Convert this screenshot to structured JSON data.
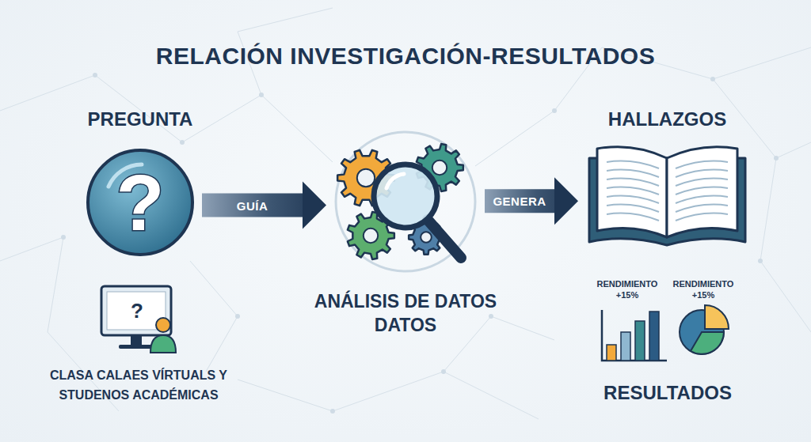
{
  "diagram": {
    "title": "RELACIÓN INVESTIGACIÓN-RESULTADOS",
    "nodes": [
      {
        "text": [
          "PREGUNTA",
          "?"
        ]
      },
      {
        "text": [
          "ANÁLISIS DE DATOS DATOS"
        ]
      },
      {
        "text": [
          "HALLAZGOS"
        ]
      }
    ],
    "edges": [
      {
        "from": 0,
        "to": 1,
        "label": "GUÍA",
        "arrow": "to"
      },
      {
        "from": 1,
        "to": 2,
        "label": "GENERA",
        "arrow": "to"
      }
    ],
    "labels": [
      "?",
      "CLASA CALAES VÍRTUALS Y STUDENOS ACADÉMICAS",
      "RENDIMIENTO +15%",
      "RENDIMIENTO +15%",
      "RESULTADOS"
    ]
  }
}
